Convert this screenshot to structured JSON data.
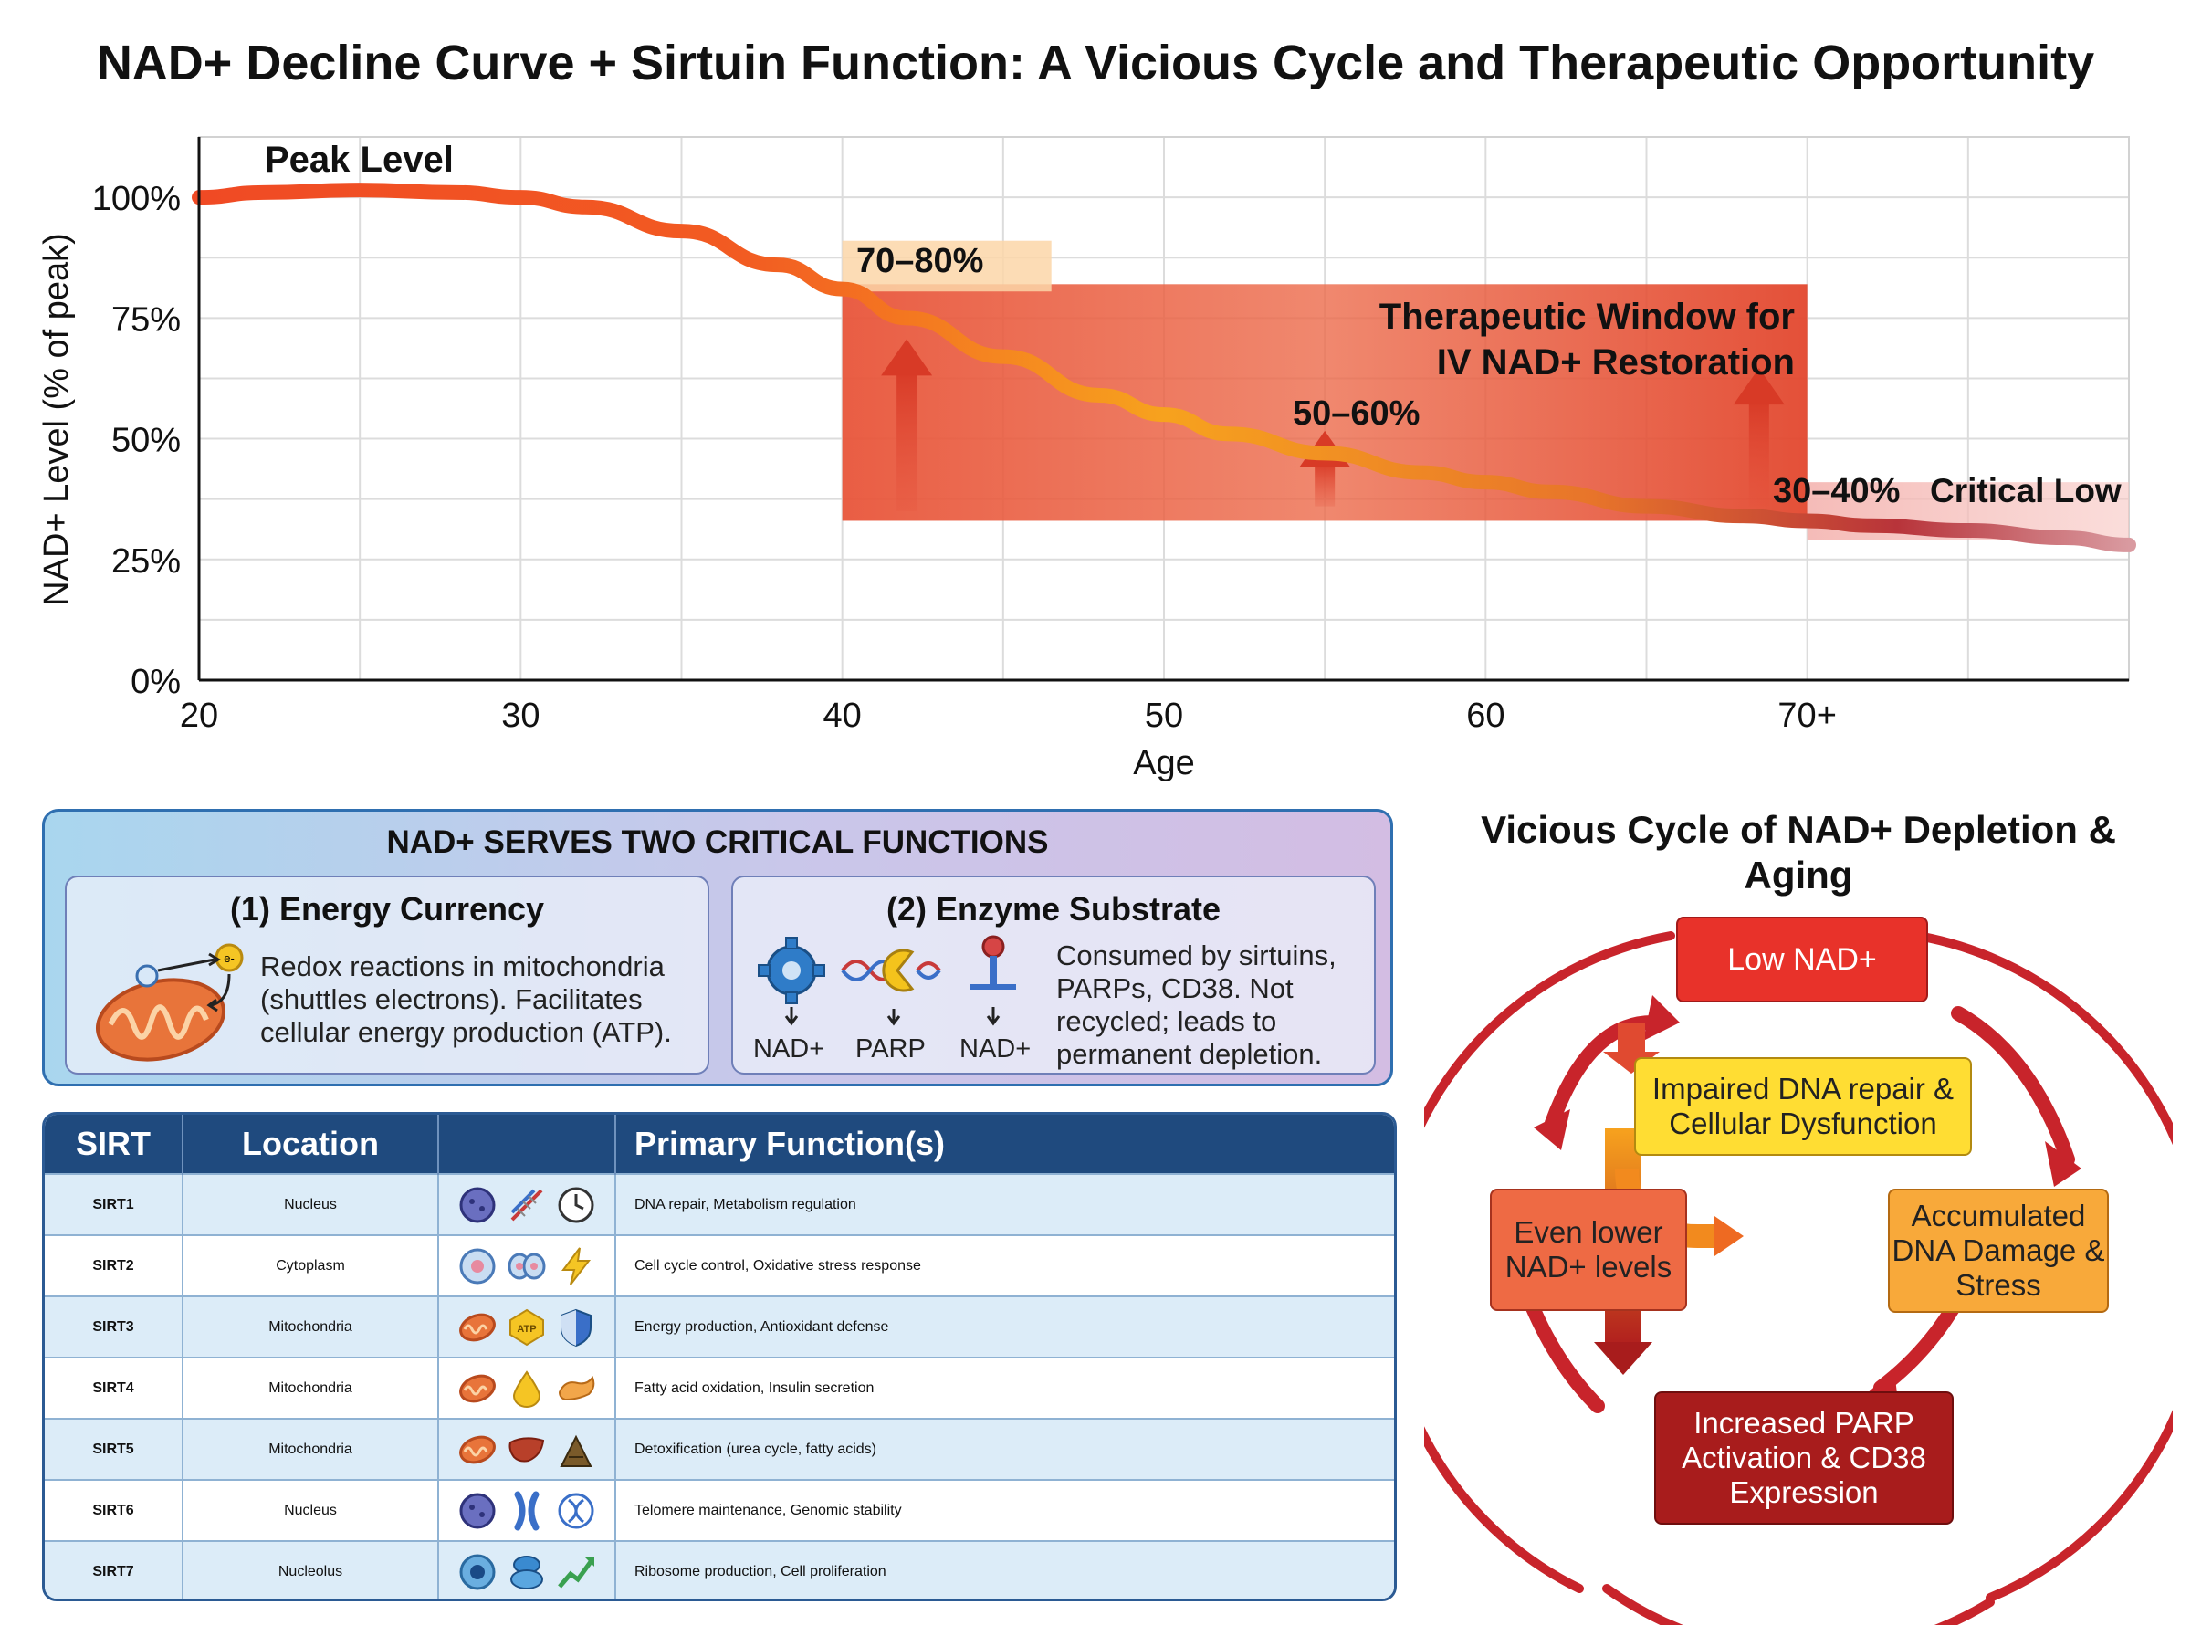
{
  "title": "NAD+ Decline Curve + Sirtuin Function: A Vicious Cycle and Therapeutic Opportunity",
  "chart_data": {
    "type": "line",
    "xlabel": "Age",
    "ylabel": "NAD+ Level (% of peak)",
    "x_ticks": [
      "20",
      "30",
      "40",
      "50",
      "60",
      "70+"
    ],
    "y_ticks": [
      "0%",
      "25%",
      "50%",
      "75%",
      "100%"
    ],
    "xlim": [
      20,
      80
    ],
    "ylim": [
      0,
      110
    ],
    "grid": true,
    "series": [
      {
        "x": [
          20,
          22,
          25,
          28,
          30,
          32,
          35,
          38,
          40,
          42,
          45,
          48,
          50,
          52,
          55,
          58,
          60,
          62,
          65,
          68,
          70,
          72,
          75,
          78,
          80
        ],
        "y": [
          100,
          101,
          101.5,
          101,
          100,
          98,
          93,
          86,
          81,
          75,
          67,
          59,
          55,
          51,
          47,
          43,
          41,
          39,
          36,
          34,
          33,
          32,
          31,
          29.5,
          28
        ]
      }
    ],
    "annotations": {
      "peak": "Peak Level",
      "band1": "70–80%",
      "band2": "50–60%",
      "band3": "30–40%",
      "critical": "Critical Low",
      "window_line1": "Therapeutic Window for",
      "window_line2": "IV NAD+ Restoration"
    },
    "therapeutic_window": {
      "x_start": 40,
      "x_end": 70,
      "y_low": 33,
      "y_high": 82
    }
  },
  "functions": {
    "title": "NAD+ SERVES TWO CRITICAL FUNCTIONS",
    "energy": {
      "heading": "(1) Energy Currency",
      "description": "Redox reactions in mitochondria (shuttles electrons). Facilitates cellular energy production (ATP).",
      "electron_label": "e-"
    },
    "enzyme": {
      "heading": "(2) Enzyme Substrate",
      "description": "Consumed by sirtuins, PARPs, CD38. Not recycled; leads to permanent depletion.",
      "icon_labels": [
        "NAD+",
        "PARP",
        "NAD+"
      ]
    }
  },
  "sirt_table": {
    "headers": [
      "SIRT",
      "Location",
      "",
      "Primary Function(s)"
    ],
    "rows": [
      {
        "sirt": "SIRT1",
        "location": "Nucleus",
        "function": "DNA repair, Metabolism regulation",
        "icons": [
          "nucleus-icon",
          "dna-icon",
          "clock-icon"
        ]
      },
      {
        "sirt": "SIRT2",
        "location": "Cytoplasm",
        "function": "Cell cycle control, Oxidative stress response",
        "icons": [
          "cell-icon",
          "dividing-cell-icon",
          "lightning-icon"
        ]
      },
      {
        "sirt": "SIRT3",
        "location": "Mitochondria",
        "function": "Energy production, Antioxidant defense",
        "icons": [
          "mitochondria-icon",
          "atp-icon",
          "shield-icon"
        ]
      },
      {
        "sirt": "SIRT4",
        "location": "Mitochondria",
        "function": "Fatty acid oxidation, Insulin secretion",
        "icons": [
          "mitochondria-icon",
          "drop-icon",
          "pancreas-icon"
        ]
      },
      {
        "sirt": "SIRT5",
        "location": "Mitochondria",
        "function": "Detoxification (urea cycle, fatty acids)",
        "icons": [
          "mitochondria-icon",
          "liver-icon",
          "waste-icon"
        ]
      },
      {
        "sirt": "SIRT6",
        "location": "Nucleus",
        "function": "Telomere maintenance, Genomic stability",
        "icons": [
          "nucleus-icon",
          "chromosome-icon",
          "dna-shield-icon"
        ]
      },
      {
        "sirt": "SIRT7",
        "location": "Nucleolus",
        "function": "Ribosome production, Cell proliferation",
        "icons": [
          "nucleolus-icon",
          "ribosome-icon",
          "growth-icon"
        ]
      }
    ],
    "atp_text": "ATP"
  },
  "cycle": {
    "title": "Vicious Cycle of NAD+ Depletion & Aging",
    "nodes": {
      "low": "Low NAD+",
      "impaired": "Impaired DNA repair & Cellular Dysfunction",
      "accumulated": "Accumulated DNA Damage & Stress",
      "parp": "Increased PARP Activation & CD38 Expression",
      "lower": "Even lower NAD+ levels"
    }
  },
  "colors": {
    "curve_start": "#f04a24",
    "curve_mid": "#f7a21e",
    "curve_end": "#b8343a",
    "window": "#e8553a",
    "table_header": "#1f4a7e",
    "cycle_ring": "#c8242b"
  }
}
